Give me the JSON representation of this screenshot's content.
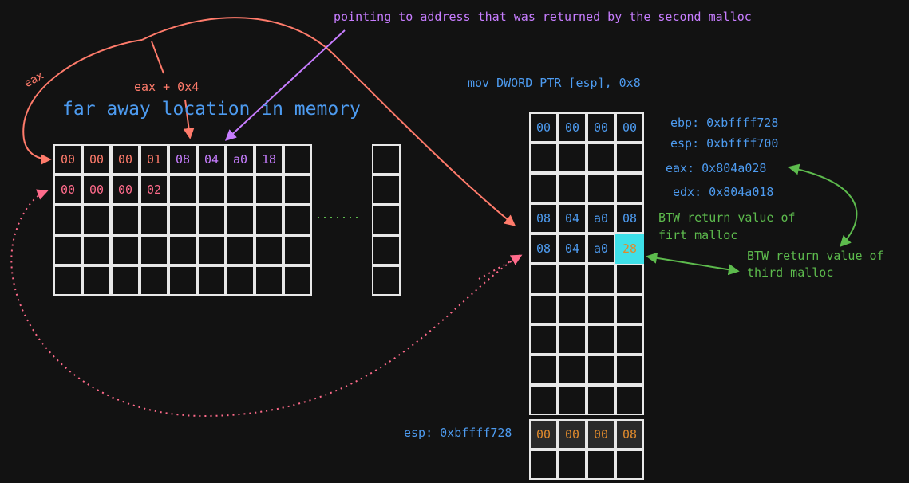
{
  "title_annotation": "pointing to address that was returned by the second malloc",
  "instruction": "mov DWORD PTR [esp], 0x8",
  "far_memory": {
    "title": "far away location in memory",
    "label_eax": "eax",
    "label_eax_plus": "eax + 0x4",
    "row0": [
      "00",
      "00",
      "00",
      "01",
      "08",
      "04",
      "a0",
      "18"
    ],
    "row1": [
      "00",
      "00",
      "00",
      "02"
    ],
    "ellipsis": "......."
  },
  "stack": {
    "row0": [
      "00",
      "00",
      "00",
      "00"
    ],
    "row3": [
      "08",
      "04",
      "a0",
      "08"
    ],
    "row4": [
      "08",
      "04",
      "a0",
      "28"
    ],
    "row11": [
      "00",
      "00",
      "00",
      "08"
    ]
  },
  "registers": {
    "ebp": "ebp: 0xbffff728",
    "esp": "esp: 0xbffff700",
    "eax": "eax: 0x804a028",
    "edx": "edx: 0x804a018"
  },
  "notes": {
    "first_malloc_line1": "BTW return value of",
    "first_malloc_line2": "firt malloc",
    "third_malloc_line1": "BTW return value of",
    "third_malloc_line2": "third malloc"
  },
  "esp_bottom_label": "esp: 0xbffff728",
  "colors": {
    "background": "#121212",
    "grid": "#e8e8e8",
    "salmon": "#ff7b6b",
    "pink": "#ff6b8b",
    "purple": "#c77dff",
    "blue": "#4d9bf0",
    "green": "#5dbb4d",
    "orange": "#e08a2c",
    "highlight": "#3ee0e8"
  }
}
